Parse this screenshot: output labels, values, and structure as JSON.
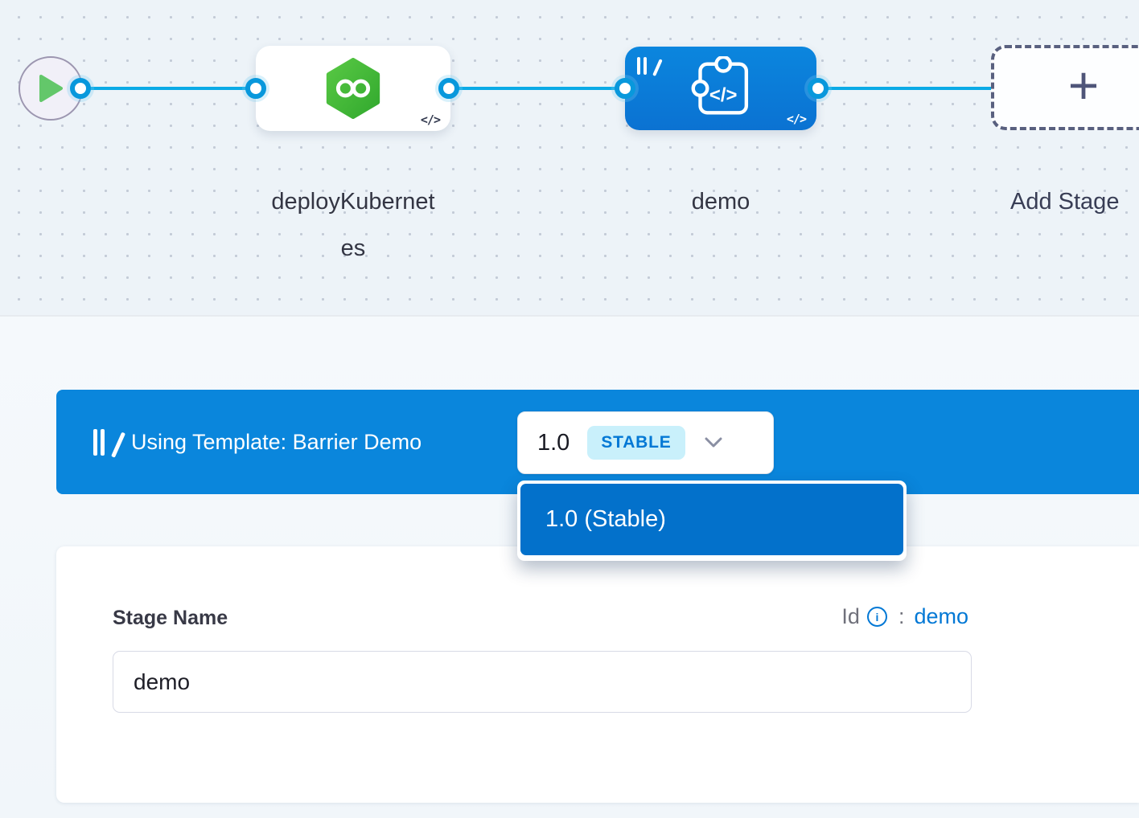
{
  "icons": {
    "code": "</>",
    "plus": "+",
    "info": "i"
  },
  "canvas": {
    "stage1_label": "deployKubernetes",
    "stage2_label": "demo",
    "add_stage_label": "Add Stage"
  },
  "banner": {
    "title": "Using Template: Barrier Demo",
    "version": "1.0",
    "version_badge": "STABLE"
  },
  "dropdown": {
    "selected_item": "1.0 (Stable)"
  },
  "form": {
    "stage_name_label": "Stage Name",
    "id_label": "Id",
    "id_colon": ":",
    "id_value": "demo",
    "stage_name_value": "demo"
  },
  "colors": {
    "accent_blue": "#0278D5",
    "banner_blue": "#0A86DC",
    "node_blue": "#0880DB",
    "dropdown_item_blue": "#0371CB",
    "connector_blue": "#0BAAE6",
    "stage_green": "#42BE3F",
    "stable_badge_bg": "#C9F0FB",
    "canvas_bg": "#EDF3F8"
  }
}
